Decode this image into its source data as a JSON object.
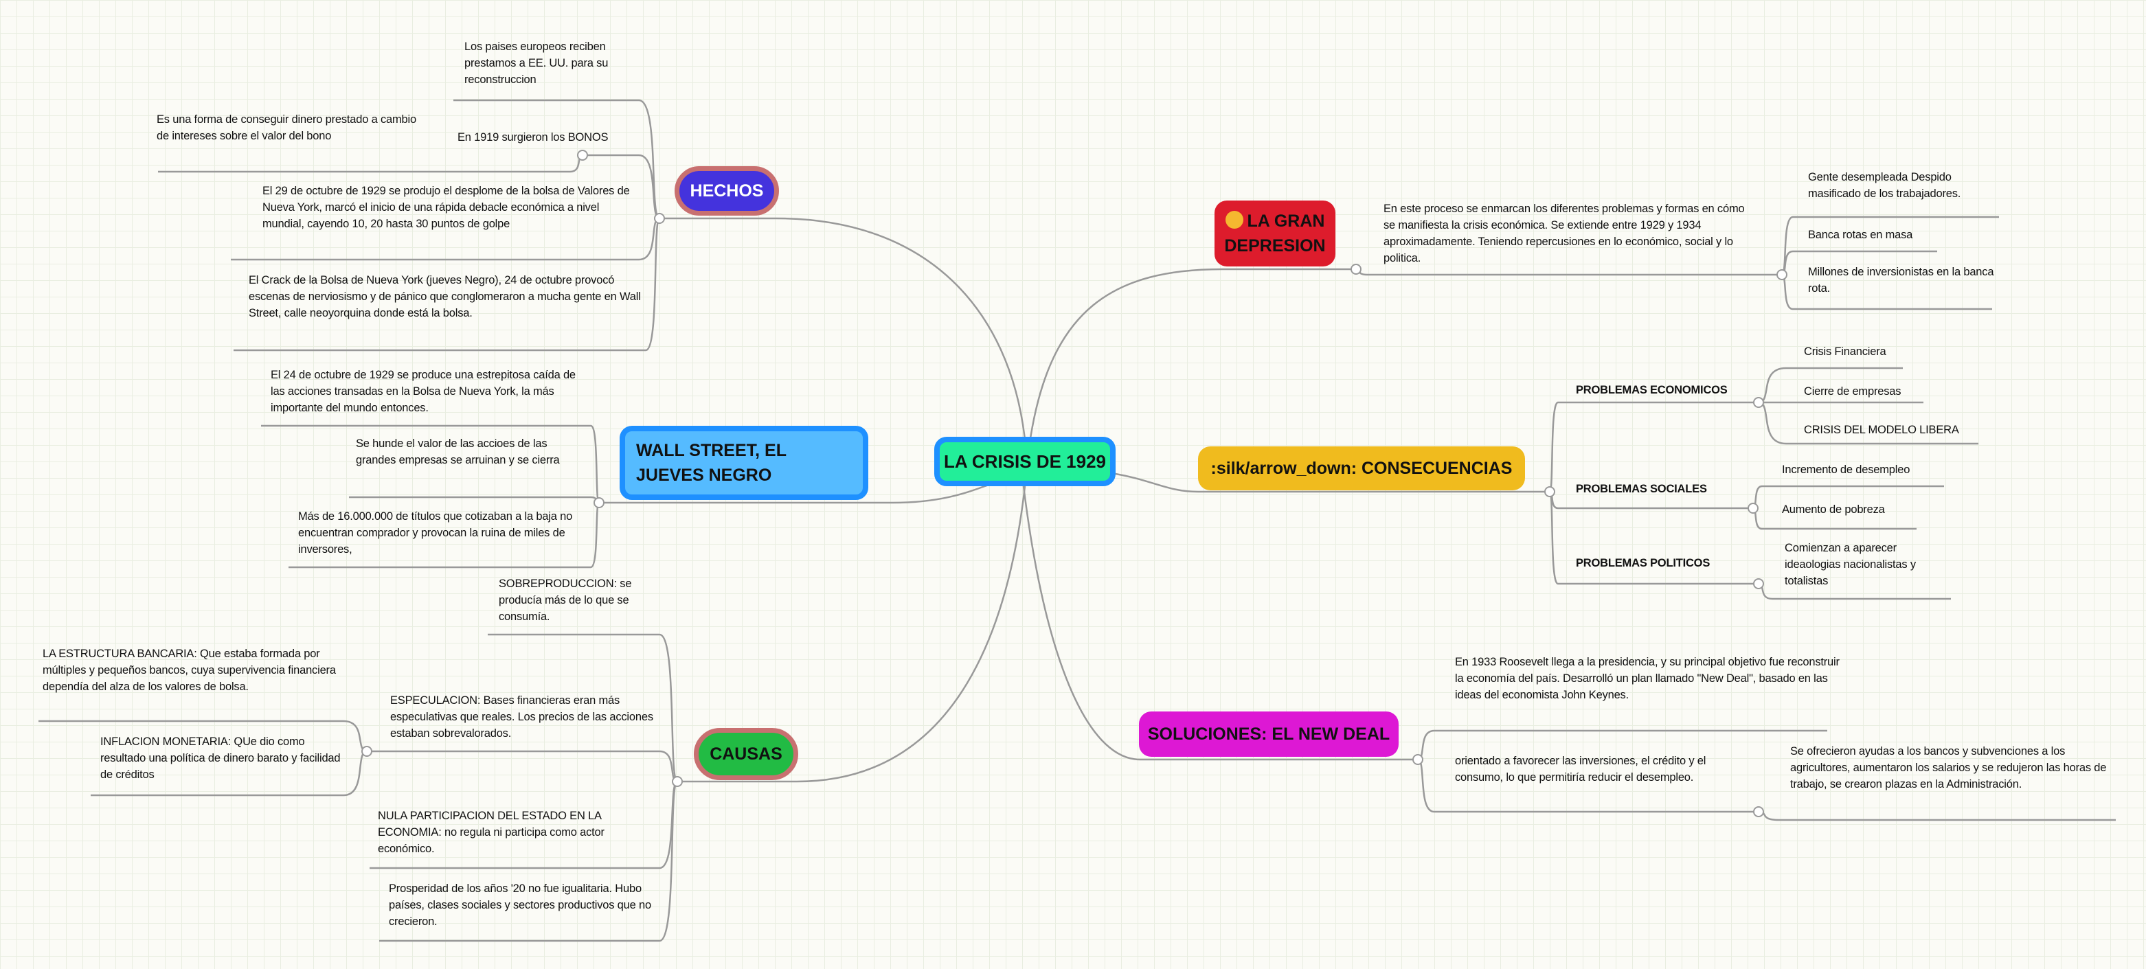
{
  "center": {
    "label": "LA CRISIS DE 1929"
  },
  "hechos": {
    "label": "HECHOS",
    "items": [
      "Los paises europeos reciben prestamos a EE. UU. para su reconstruccion",
      "En 1919 surgieron los BONOS",
      "Es una forma de conseguir dinero prestado a cambio de intereses sobre el valor del bono",
      "El 29 de octubre de 1929 se produjo el desplome de la bolsa de Valores de Nueva York, marcó el inicio de una rápida debacle económica a nivel mundial, cayendo 10, 20 hasta 30 puntos de golpe",
      "El Crack de la Bolsa de Nueva York (jueves Negro), 24 de octubre provocó escenas de nerviosismo y de pánico que conglomeraron a mucha gente en Wall Street, calle neoyorquina donde está la bolsa."
    ]
  },
  "wall": {
    "label": "WALL STREET, EL JUEVES NEGRO",
    "items": [
      "El 24 de octubre de 1929 se produce una estrepitosa caída de las acciones transadas en la Bolsa de Nueva York, la más importante del mundo entonces.",
      "Se hunde el valor de las accioes de las grandes empresas se arruinan y se cierra",
      "Más de 16.000.000 de títulos que cotizaban a la baja no encuentran comprador y provocan la ruina de miles de inversores,"
    ]
  },
  "causas": {
    "label": "CAUSAS",
    "items": [
      "SOBREPRODUCCION: se producía más de lo que se consumía.",
      "ESPECULACION: Bases financieras eran más especulativas que reales. Los precios de las acciones estaban sobrevalorados.",
      "LA ESTRUCTURA BANCARIA: Que estaba formada por múltiples y pequeños bancos, cuya supervivencia financiera dependía del alza de los valores de bolsa.",
      "INFLACION MONETARIA: QUe dio como resultado una política de dinero barato y facilidad de créditos",
      "NULA PARTICIPACION DEL ESTADO EN LA ECONOMIA:  no regula ni participa como actor económico.",
      "Prosperidad de los años '20 no fue igualitaria. Hubo países, clases sociales y sectores productivos que no crecieron."
    ]
  },
  "gran": {
    "label": "LA GRAN DEPRESION",
    "icon": "sad-face-emoji",
    "items": [
      "En este proceso se enmarcan los diferentes problemas y formas en cómo se manifiesta la crisis económica.   Se extiende entre 1929 y 1934 aproximadamente. Teniendo repercusiones en lo económico, social y lo politica.",
      "Gente desempleada Despido masificado de los trabajadores.",
      "Banca rotas en masa",
      "Millones de inversionistas en la banca rota."
    ]
  },
  "conse": {
    "label": ":silk/arrow_down: CONSECUENCIAS",
    "economicos": {
      "label": "PROBLEMAS ECONOMICOS",
      "items": [
        "Crisis Financiera",
        "Cierre de empresas",
        "CRISIS DEL MODELO LIBERA"
      ]
    },
    "sociales": {
      "label": "PROBLEMAS SOCIALES",
      "items": [
        "Incremento de desempleo",
        "Aumento de pobreza"
      ]
    },
    "politicos": {
      "label": "PROBLEMAS POLITICOS",
      "items": [
        "Comienzan a aparecer ideaologias nacionalistas y totalistas"
      ]
    }
  },
  "sol": {
    "label": "SOLUCIONES: EL NEW DEAL",
    "items": [
      "En 1933 Roosevelt llega a la presidencia, y su principal objetivo fue reconstruir la economía del país. Desarrolló un plan llamado \"New Deal\", basado en las ideas del economista John Keynes.",
      "orientado a favorecer las inversiones, el crédito y el consumo, lo que permitiría reducir el desempleo.",
      "Se ofrecieron ayudas a los bancos y subvenciones a los agricultores, aumentaron los salarios y se redujeron las horas de trabajo, se crearon plazas en la Administración."
    ]
  },
  "colors": {
    "center": "#22ee99",
    "hechos": "#4433dd",
    "wall": "#55bbff",
    "causas": "#22bb44",
    "gran": "#dd1c2c",
    "conse": "#f0bb1e",
    "sol": "#dd18d4",
    "line": "#999999"
  }
}
